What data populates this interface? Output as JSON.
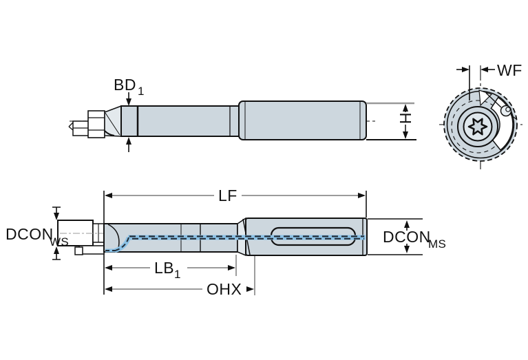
{
  "drawing": {
    "title": "boring-bar-dimension-drawing",
    "labels": {
      "bd1": {
        "text": "BD",
        "sub": "1"
      },
      "wf": {
        "text": "WF"
      },
      "h": {
        "text": "H"
      },
      "lf": {
        "text": "LF"
      },
      "dcon_ws": {
        "text": "DCON",
        "sub": "WS"
      },
      "dcon_ms": {
        "text": "DCON",
        "sub": "MS"
      },
      "lb1": {
        "text": "LB",
        "sub": "1"
      },
      "ohx": {
        "text": "OHX"
      }
    },
    "colors": {
      "background": "#ffffff",
      "body_fill": "#cdd7de",
      "body_light": "#e3e9ed",
      "outline": "#111111",
      "dim_line_grey": "#7a7a7a",
      "coolant_blue": "#8cc2e6",
      "coolant_dash": "#222d38"
    }
  }
}
